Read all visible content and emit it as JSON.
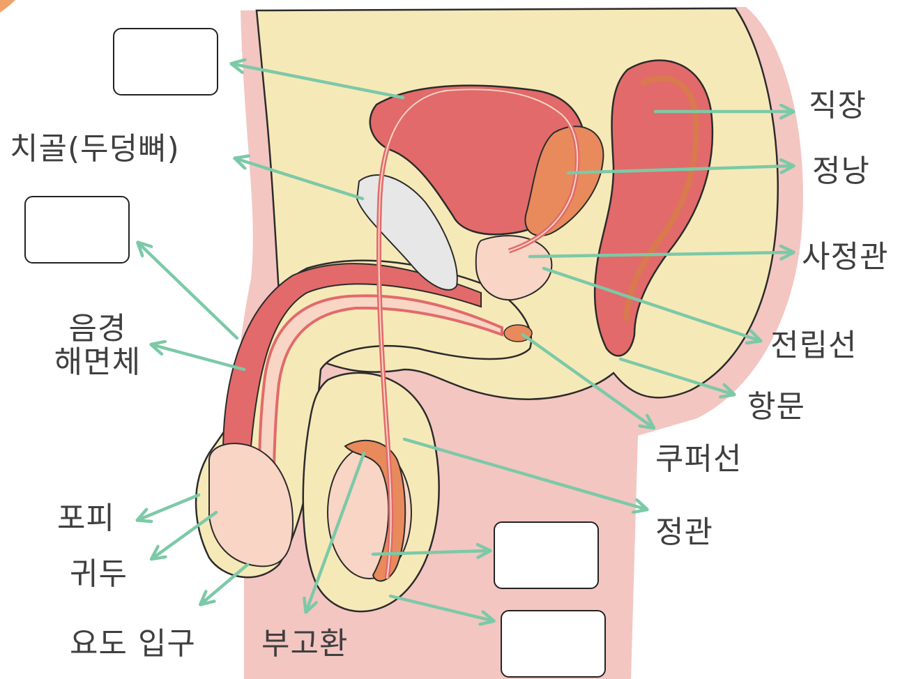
{
  "labels": {
    "pubic_bone": "치골(두덩뼈)",
    "rectum": "직장",
    "seminal_vesicle": "정낭",
    "ejaculatory_duct": "사정관",
    "prostate": "전립선",
    "anus": "항문",
    "cowper_gland": "쿠퍼선",
    "vas_deferens": "정관",
    "corpus_cavernosum_line1": "음경",
    "corpus_cavernosum_line2": "해면체",
    "foreskin": "포피",
    "glans": "귀두",
    "urethral_opening": "요도 입구",
    "epididymis": "부고환"
  },
  "blanks_count": 4,
  "colors": {
    "arrow": "#7cc9a7",
    "body_skin": "#f3c6c2",
    "tissue_yellow": "#f6e9b8",
    "organ_red": "#e26a6a",
    "organ_orange": "#e88a5c",
    "bladder_light": "#e7e7e7",
    "outline": "#2b2b2b"
  }
}
